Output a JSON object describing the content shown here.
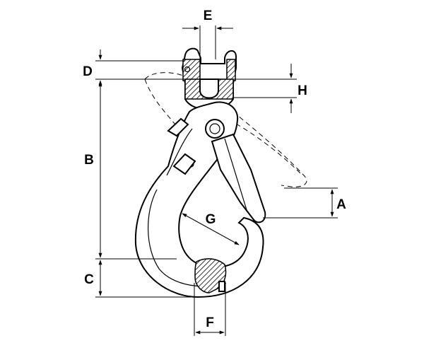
{
  "diagram": {
    "labels": {
      "A": "A",
      "B": "B",
      "C": "C",
      "D": "D",
      "E": "E",
      "F": "F",
      "G": "G",
      "H": "H"
    }
  }
}
